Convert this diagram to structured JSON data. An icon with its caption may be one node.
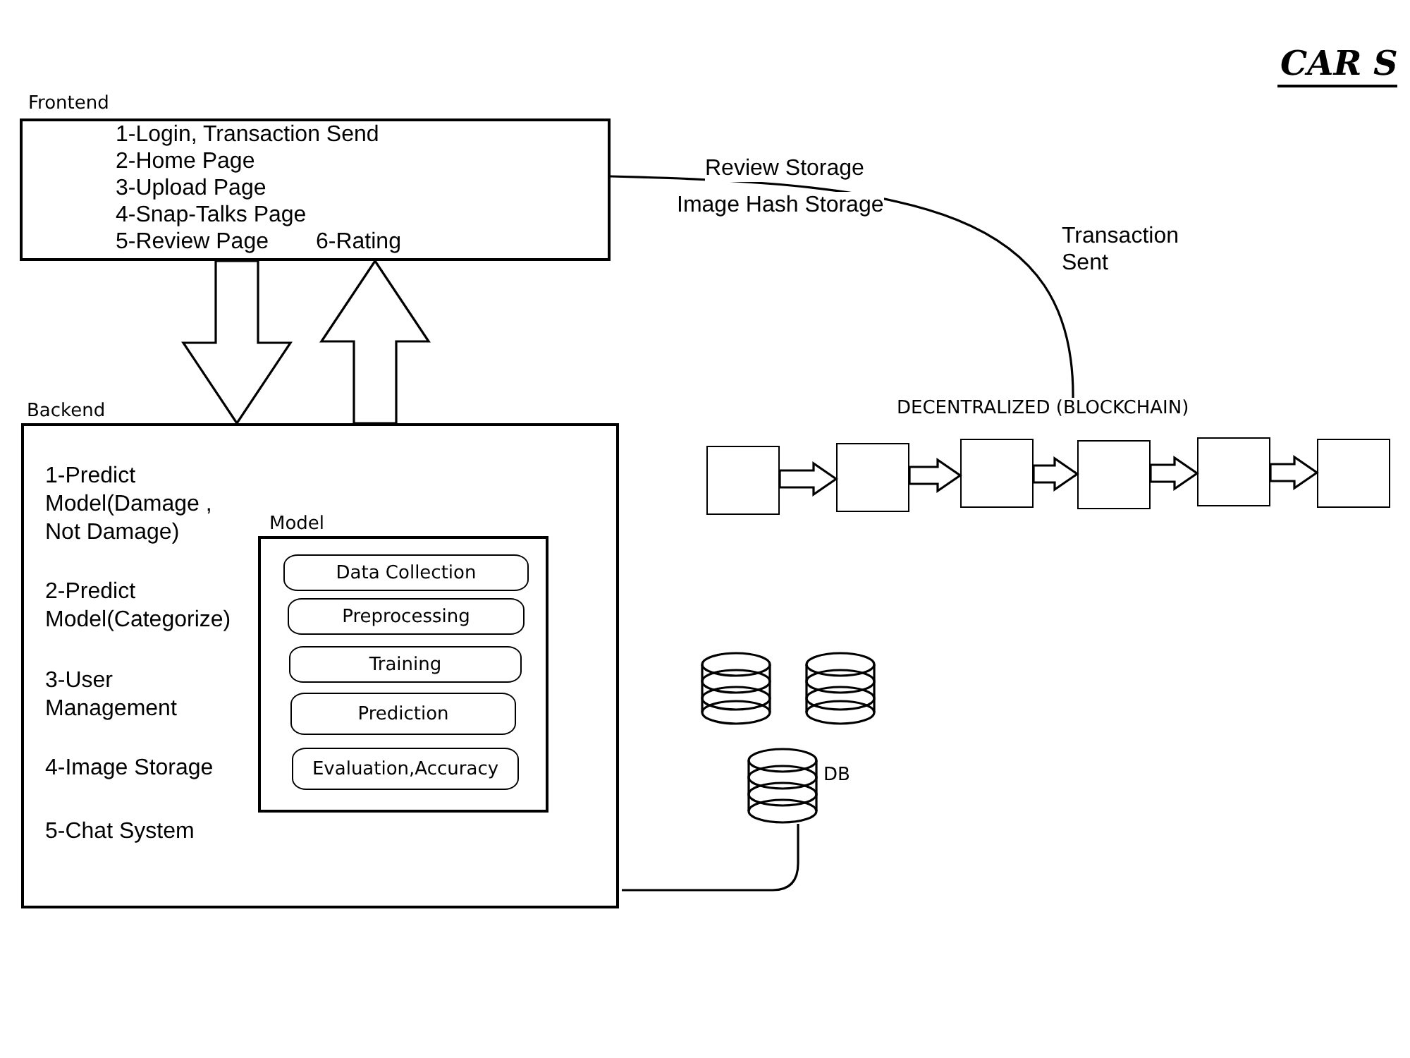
{
  "diagram": {
    "title": "CAR S",
    "nodes": [
      {
        "text": [
          "Frontend",
          "1-Login, Transaction Send",
          "2-Home Page",
          "3-Upload Page",
          "4-Snap-Talks Page",
          "5-Review Page",
          "6-Rating"
        ]
      },
      {
        "text": [
          "Backend",
          "1-Predict Model(Damage , Not Damage)",
          "2-Predict Model(Categorize)",
          "3-User Management",
          "4-Image Storage",
          "5-Chat System"
        ]
      },
      {
        "text": [
          "Model"
        ],
        "in": 1
      },
      {
        "text": [
          "Data Collection"
        ],
        "in": 2
      },
      {
        "text": [
          "Preprocessing"
        ],
        "in": 2
      },
      {
        "text": [
          "Training"
        ],
        "in": 2
      },
      {
        "text": [
          "Prediction"
        ],
        "in": 2
      },
      {
        "text": [
          "Evaluation,Accuracy"
        ],
        "in": 2
      },
      {
        "text": [
          "DECENTRALIZED (BLOCKCHAIN)"
        ]
      },
      {
        "text": [],
        "shape": "box"
      },
      {
        "text": [],
        "shape": "box"
      },
      {
        "text": [],
        "shape": "box"
      },
      {
        "text": [],
        "shape": "box"
      },
      {
        "text": [],
        "shape": "box"
      },
      {
        "text": [],
        "shape": "box"
      },
      {
        "text": [],
        "shape": "cylinder"
      },
      {
        "text": [],
        "shape": "cylinder"
      },
      {
        "text": [],
        "shape": "cylinder",
        "beside": [
          "DB"
        ]
      }
    ],
    "edges": [
      {
        "from": 0,
        "to": 1,
        "arrow": "to"
      },
      {
        "from": 1,
        "to": 0,
        "arrow": "to"
      },
      {
        "from": 0,
        "to": 8,
        "arrow": "none",
        "label": "Review Storage"
      },
      {
        "from": 9,
        "to": 10,
        "arrow": "to"
      },
      {
        "from": 10,
        "to": 11,
        "arrow": "to"
      },
      {
        "from": 11,
        "to": 12,
        "arrow": "to"
      },
      {
        "from": 12,
        "to": 13,
        "arrow": "to"
      },
      {
        "from": 13,
        "to": 14,
        "arrow": "to"
      },
      {
        "from": 1,
        "to": 17,
        "arrow": "none"
      }
    ],
    "labels": [
      "Image Hash Storage",
      "Transaction Sent"
    ]
  }
}
